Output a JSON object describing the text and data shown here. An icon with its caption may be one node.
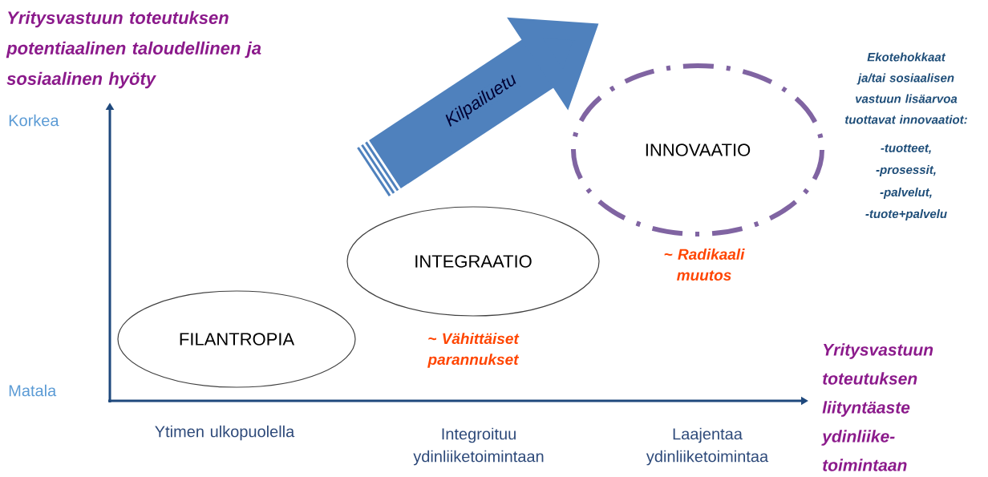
{
  "diagram": {
    "nodes": [
      {
        "text": [
          "INNOVAATIO"
        ],
        "beside": [
          "~ Radikaali muutos"
        ]
      },
      {
        "text": [
          "INTEGRAATIO"
        ],
        "beside": [
          "~ Vähittäiset parannukset"
        ]
      },
      {
        "text": [
          "FILANTROPIA"
        ]
      }
    ],
    "edges": [
      {
        "from": 1,
        "to": 0,
        "arrow": "to",
        "label": "Kilpailuetu"
      }
    ],
    "labels": [
      "Yritysvastuun toteutuksen potentiaalinen taloudellinen ja sosiaalinen hyöty",
      "Korkea",
      "Ekotehokkaat ja/tai sosiaalisen vastuun lisäarvoa tuottavat innovaatiot:",
      "-tuotteet,",
      "-prosessit,",
      "-palvelut,",
      "-tuote+palvelu",
      "Matala",
      "Yritysvastuun toteutuksen liityntäaste ydinliike-toimintaan",
      "Ytimen ulkopuolella",
      "Integroituu ydinliiketoimintaan",
      "Laajentaa ydinliiketoimintaa"
    ]
  }
}
